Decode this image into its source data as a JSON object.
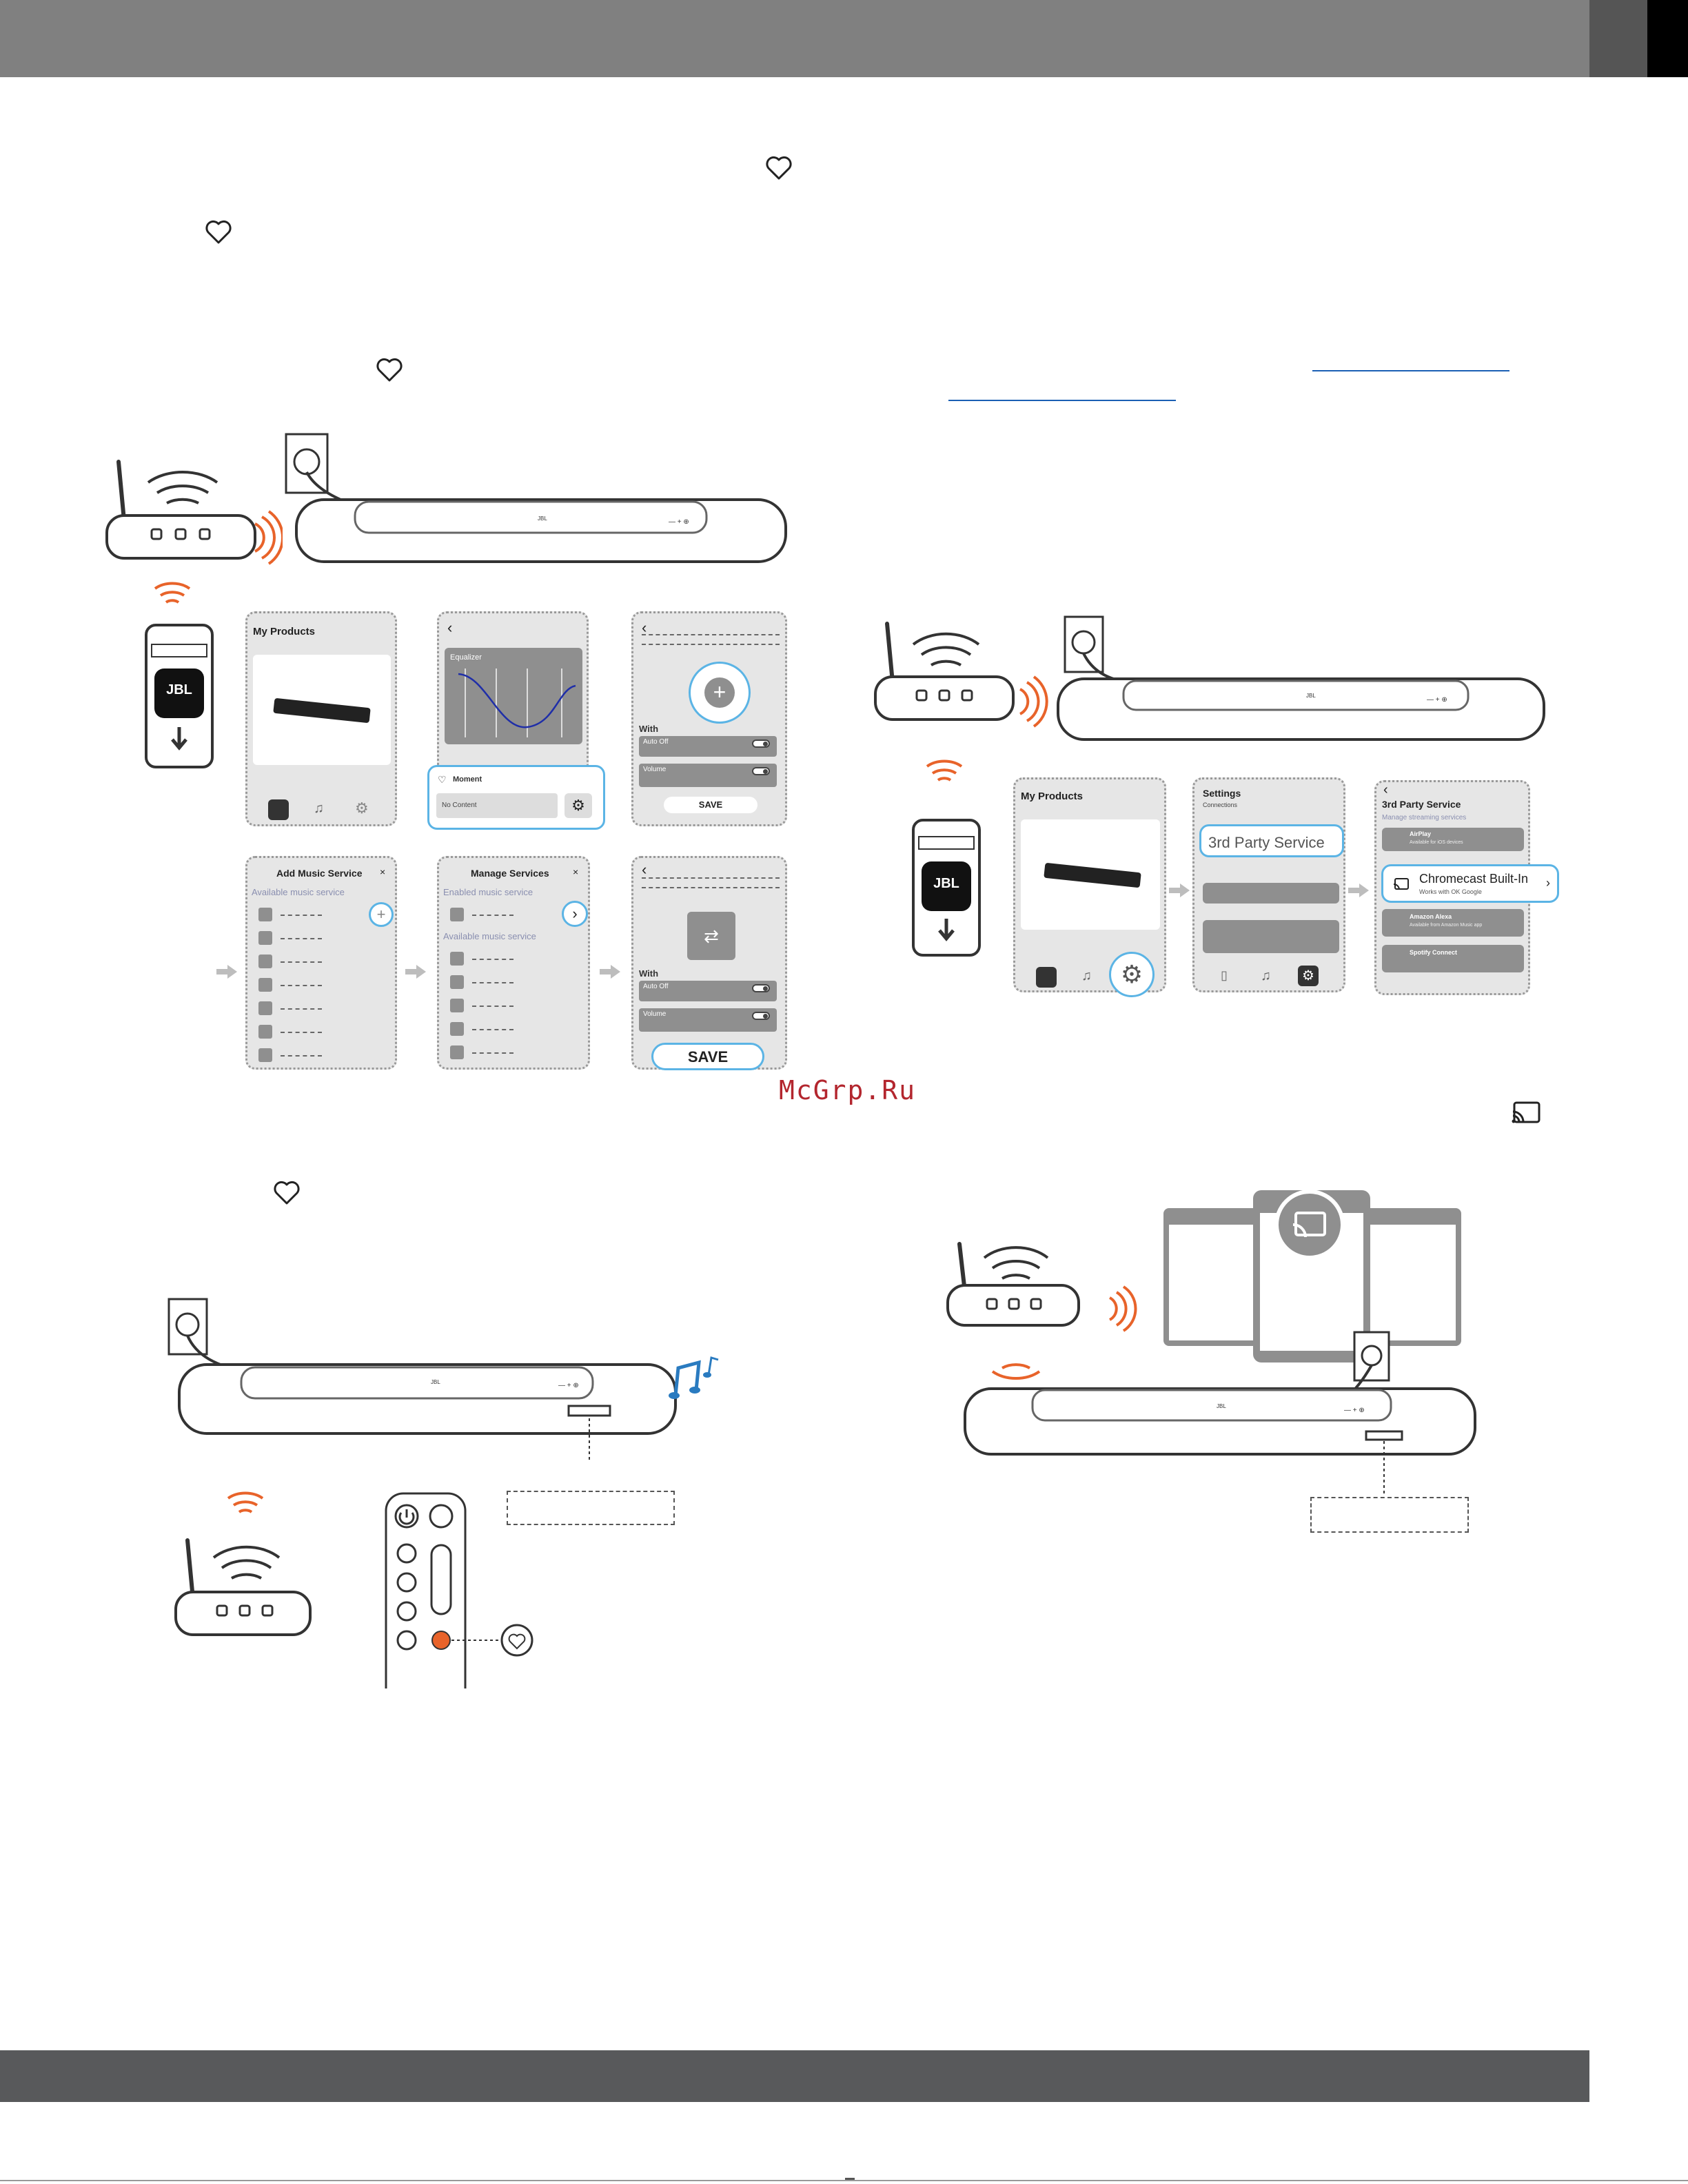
{
  "watermark": "McGrp.Ru",
  "colors": {
    "header_bar": "#808080",
    "header_tab_dark": "#555555",
    "header_tab_black": "#000000",
    "footer_bar": "#58595b",
    "highlight": "#5bb4e5",
    "wifi_orange": "#e8632a",
    "music_note_blue": "#2a7bc0",
    "link": "#1a5fb4"
  },
  "icons": [
    "heart-icon",
    "cast-icon",
    "wifi-icon",
    "router-icon",
    "soundbar-icon",
    "hand-pointer-icon",
    "gear-icon",
    "power-icon",
    "music-note-icon"
  ],
  "moment_setup": {
    "my_products": {
      "title": "My Products"
    },
    "equalizer": {
      "label": "Equalizer"
    },
    "moment_popup": {
      "title": "Moment",
      "content": "No Content"
    },
    "with_screen": {
      "with_label": "With",
      "auto_off": "Auto Off",
      "volume": "Volume",
      "save": "SAVE"
    },
    "add_music_service": {
      "title": "Add Music Service",
      "subtitle": "Available music service"
    },
    "manage_services": {
      "title": "Manage Services",
      "enabled": "Enabled music service",
      "available": "Available music service"
    },
    "with_screen_2": {
      "with_label": "With",
      "auto_off": "Auto Off",
      "volume": "Volume",
      "save": "SAVE"
    }
  },
  "chromecast_setup": {
    "my_products": {
      "title": "My Products"
    },
    "settings": {
      "title": "Settings",
      "connections": "Connections",
      "callout": "3rd Party Service"
    },
    "third_party": {
      "title": "3rd Party Service",
      "subtitle": "Manage streaming services",
      "items": [
        {
          "name": "AirPlay",
          "desc": "Available for iOS devices"
        },
        {
          "name": "Chromecast Built-In",
          "desc": "Works with OK Google"
        },
        {
          "name": "Amazon Alexa",
          "desc": "Available from Amazon Music app"
        },
        {
          "name": "Spotify Connect",
          "desc": ""
        }
      ]
    }
  }
}
